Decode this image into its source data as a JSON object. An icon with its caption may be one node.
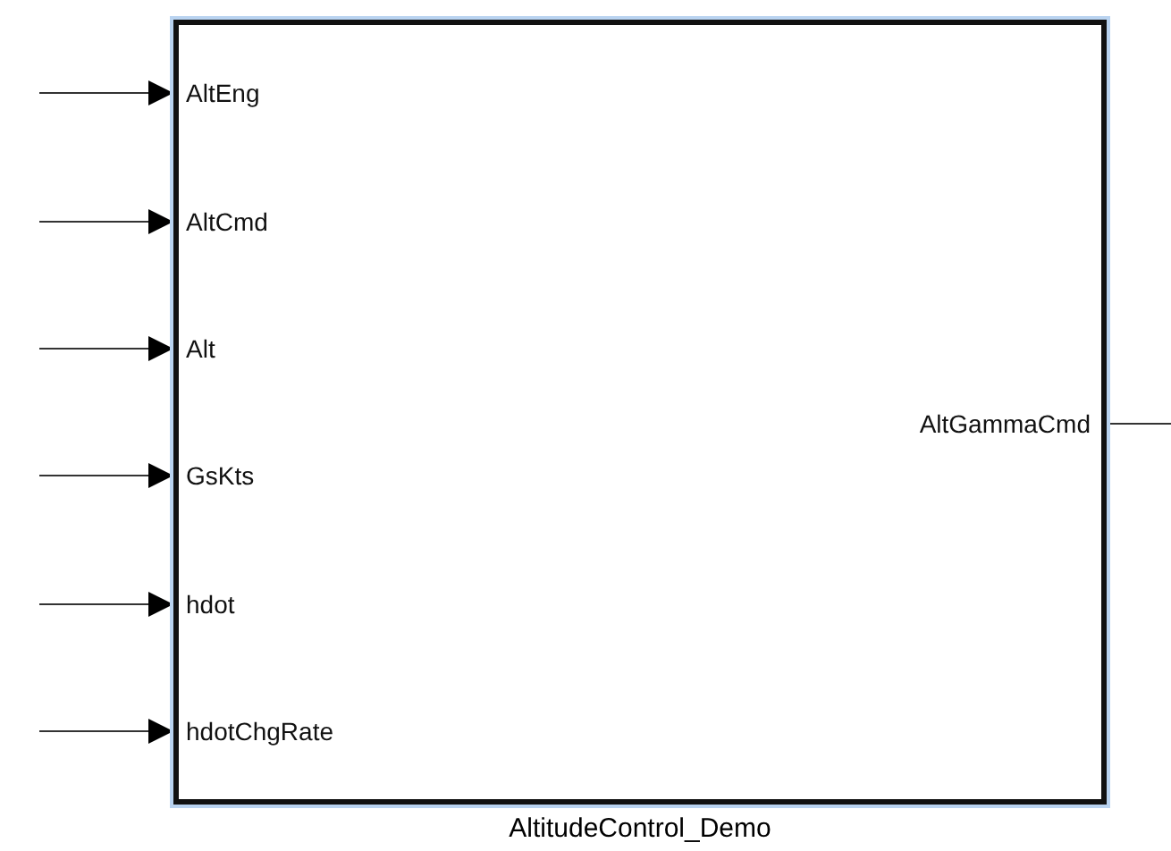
{
  "diagram": {
    "nodes": [
      {
        "text": [
          "AltitudeControl_Demo"
        ]
      },
      {
        "text": [
          "AltEng"
        ],
        "in": 0
      },
      {
        "text": [
          "AltCmd"
        ],
        "in": 0
      },
      {
        "text": [
          "Alt"
        ],
        "in": 0
      },
      {
        "text": [
          "GsKts"
        ],
        "in": 0
      },
      {
        "text": [
          "hdot"
        ],
        "in": 0
      },
      {
        "text": [
          "hdotChgRate"
        ],
        "in": 0
      },
      {
        "text": [
          "AltGammaCmd"
        ],
        "in": 0
      }
    ],
    "edges": [
      {
        "from": null,
        "to": 1,
        "arrow": "to"
      },
      {
        "from": null,
        "to": 2,
        "arrow": "to"
      },
      {
        "from": null,
        "to": 3,
        "arrow": "to"
      },
      {
        "from": null,
        "to": 4,
        "arrow": "to"
      },
      {
        "from": null,
        "to": 5,
        "arrow": "to"
      },
      {
        "from": null,
        "to": 6,
        "arrow": "to"
      },
      {
        "from": 7,
        "to": null,
        "arrow": "none"
      }
    ]
  }
}
